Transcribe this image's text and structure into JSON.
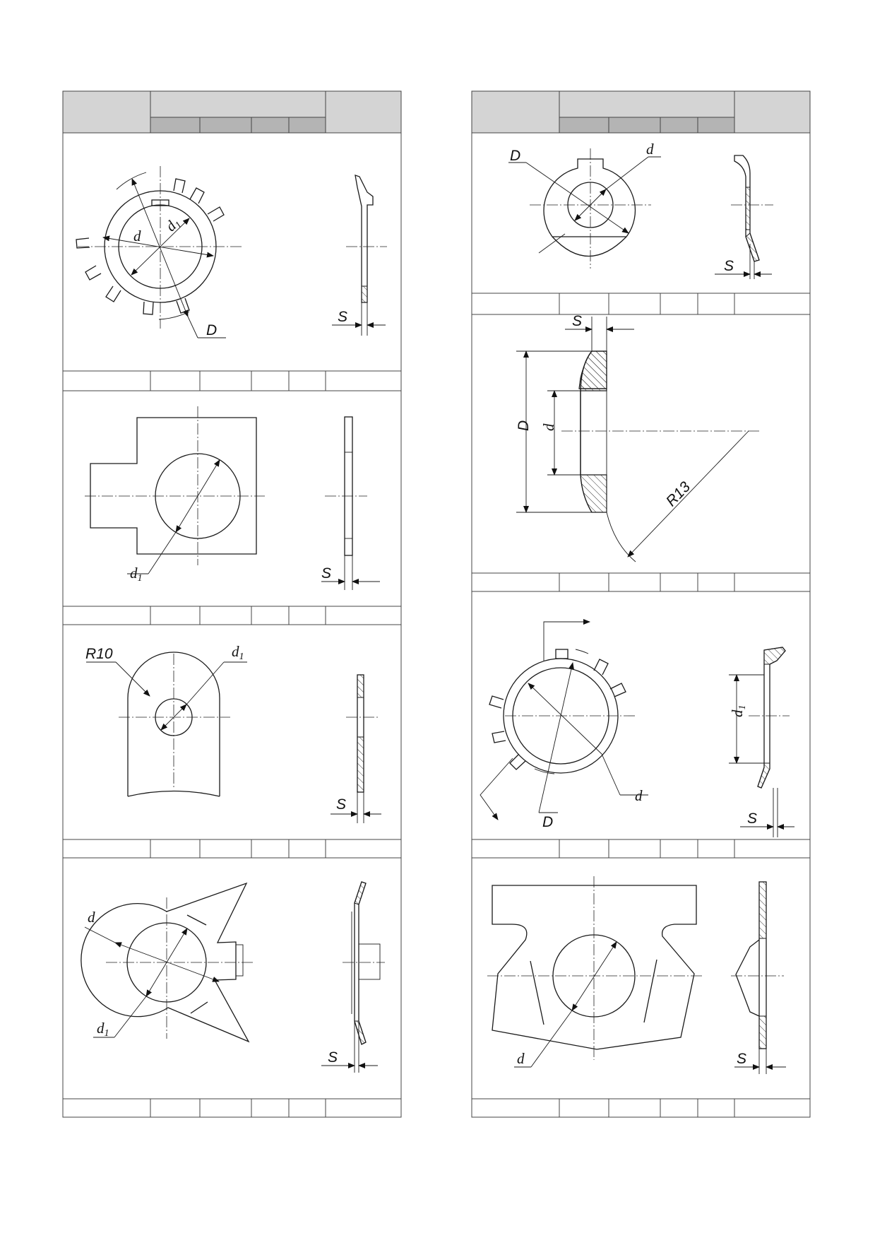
{
  "labels": {
    "d": "d",
    "d1_base": "d",
    "d1_sub": "1",
    "D": "D",
    "S": "S",
    "R10": "R10",
    "R13": "R13"
  },
  "colors": {
    "line": "#1a1a1a",
    "header_light": "#d4d4d4",
    "header_dark": "#b4b4b4",
    "grid": "#444444"
  }
}
